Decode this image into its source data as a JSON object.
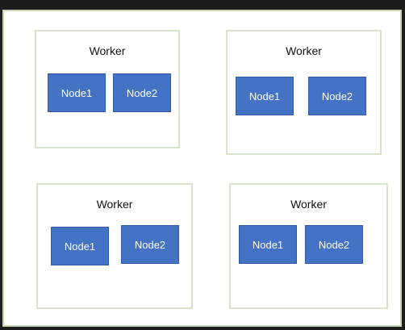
{
  "colors": {
    "background": "#1d1d1d",
    "frame_fill": "#ffffff",
    "frame_border": "#c8d4b6",
    "worker_border": "#d9e3c9",
    "node_fill": "#4472c4",
    "node_text": "#ffffff"
  },
  "workers": [
    {
      "label": "Worker",
      "nodes": [
        {
          "label": "Node1"
        },
        {
          "label": "Node2"
        }
      ]
    },
    {
      "label": "Worker",
      "nodes": [
        {
          "label": "Node1"
        },
        {
          "label": "Node2"
        }
      ]
    },
    {
      "label": "Worker",
      "nodes": [
        {
          "label": "Node1"
        },
        {
          "label": "Node2"
        }
      ]
    },
    {
      "label": "Worker",
      "nodes": [
        {
          "label": "Node1"
        },
        {
          "label": "Node2"
        }
      ]
    }
  ]
}
